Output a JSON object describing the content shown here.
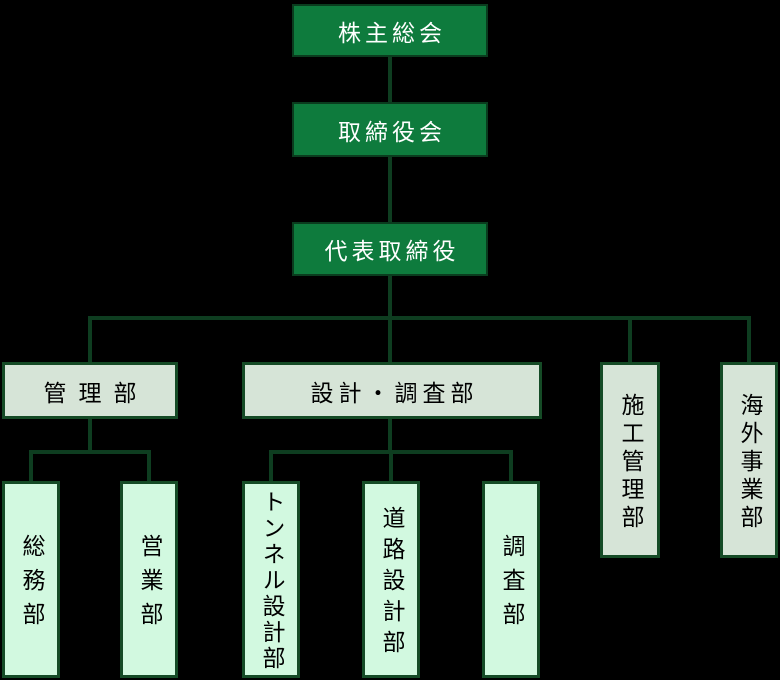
{
  "colors": {
    "background": "#000000",
    "executive_box_fill": "#0e7b3d",
    "executive_box_border": "#0a3c1e",
    "executive_box_text": "#ffffff",
    "department_box_fill": "#d6e4d7",
    "section_box_fill": "#d2f9e0",
    "light_box_border": "#154b26",
    "light_box_text": "#000000",
    "connector_line": "#0e3d20"
  },
  "chart": {
    "type": "organization-chart",
    "executive_chain": [
      {
        "id": "shareholders-meeting",
        "label": "株主総会"
      },
      {
        "id": "board-of-directors",
        "label": "取締役会"
      },
      {
        "id": "representative-director",
        "label": "代表取締役"
      }
    ],
    "departments": [
      {
        "id": "admin-dept",
        "label": "管理部",
        "sections": [
          "総務部",
          "営業部"
        ]
      },
      {
        "id": "design-survey-dept",
        "label": "設計・調査部",
        "sections": [
          "トンネル設計部",
          "道路設計部",
          "調査部"
        ]
      },
      {
        "id": "construction-management-dept",
        "label": "施工管理部",
        "sections": []
      },
      {
        "id": "overseas-business-dept",
        "label": "海外事業部",
        "sections": []
      }
    ]
  }
}
